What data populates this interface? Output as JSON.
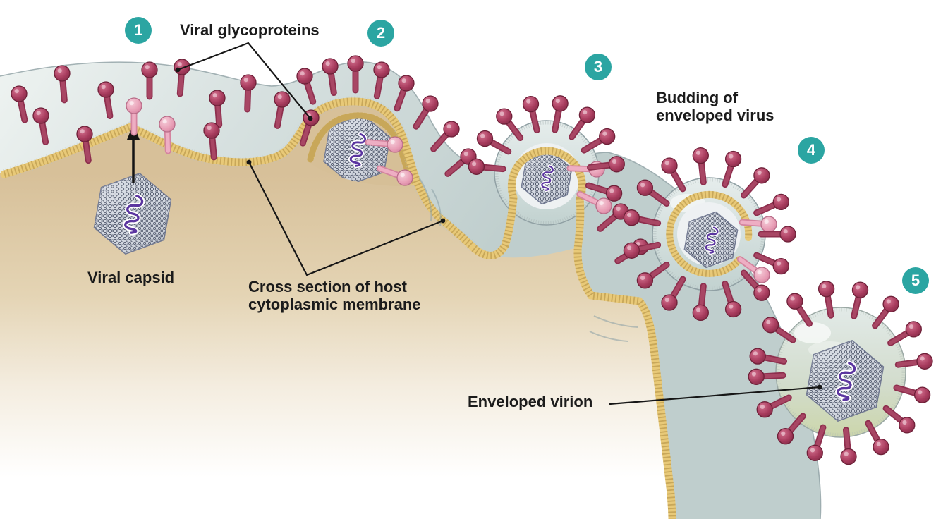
{
  "figure": {
    "title": "Budding of enveloped virus",
    "background_color": "#ffffff"
  },
  "steps": [
    {
      "number": "1"
    },
    {
      "number": "2"
    },
    {
      "number": "3"
    },
    {
      "number": "4"
    },
    {
      "number": "5"
    }
  ],
  "labels": {
    "viral_glycoproteins": "Viral glycoproteins",
    "budding_of_enveloped_virus": "Budding of\nenveloped virus",
    "viral_capsid": "Viral capsid",
    "cross_section": "Cross section of host\ncytoplasmic membrane",
    "enveloped_virion": "Enveloped virion"
  },
  "colors": {
    "step_badge": "#2ba5a2",
    "label_text": "#1b1b1b",
    "glycoprotein_dark": "#a63a5c",
    "glycoprotein_pink": "#eeaec3",
    "membrane_bilayer": "#e8c978",
    "membrane_surface": "#d6e0df",
    "cytoplasm": "#d7c099",
    "capsid": "#d3d8e1",
    "nucleic_acid": "#5b35a0"
  }
}
